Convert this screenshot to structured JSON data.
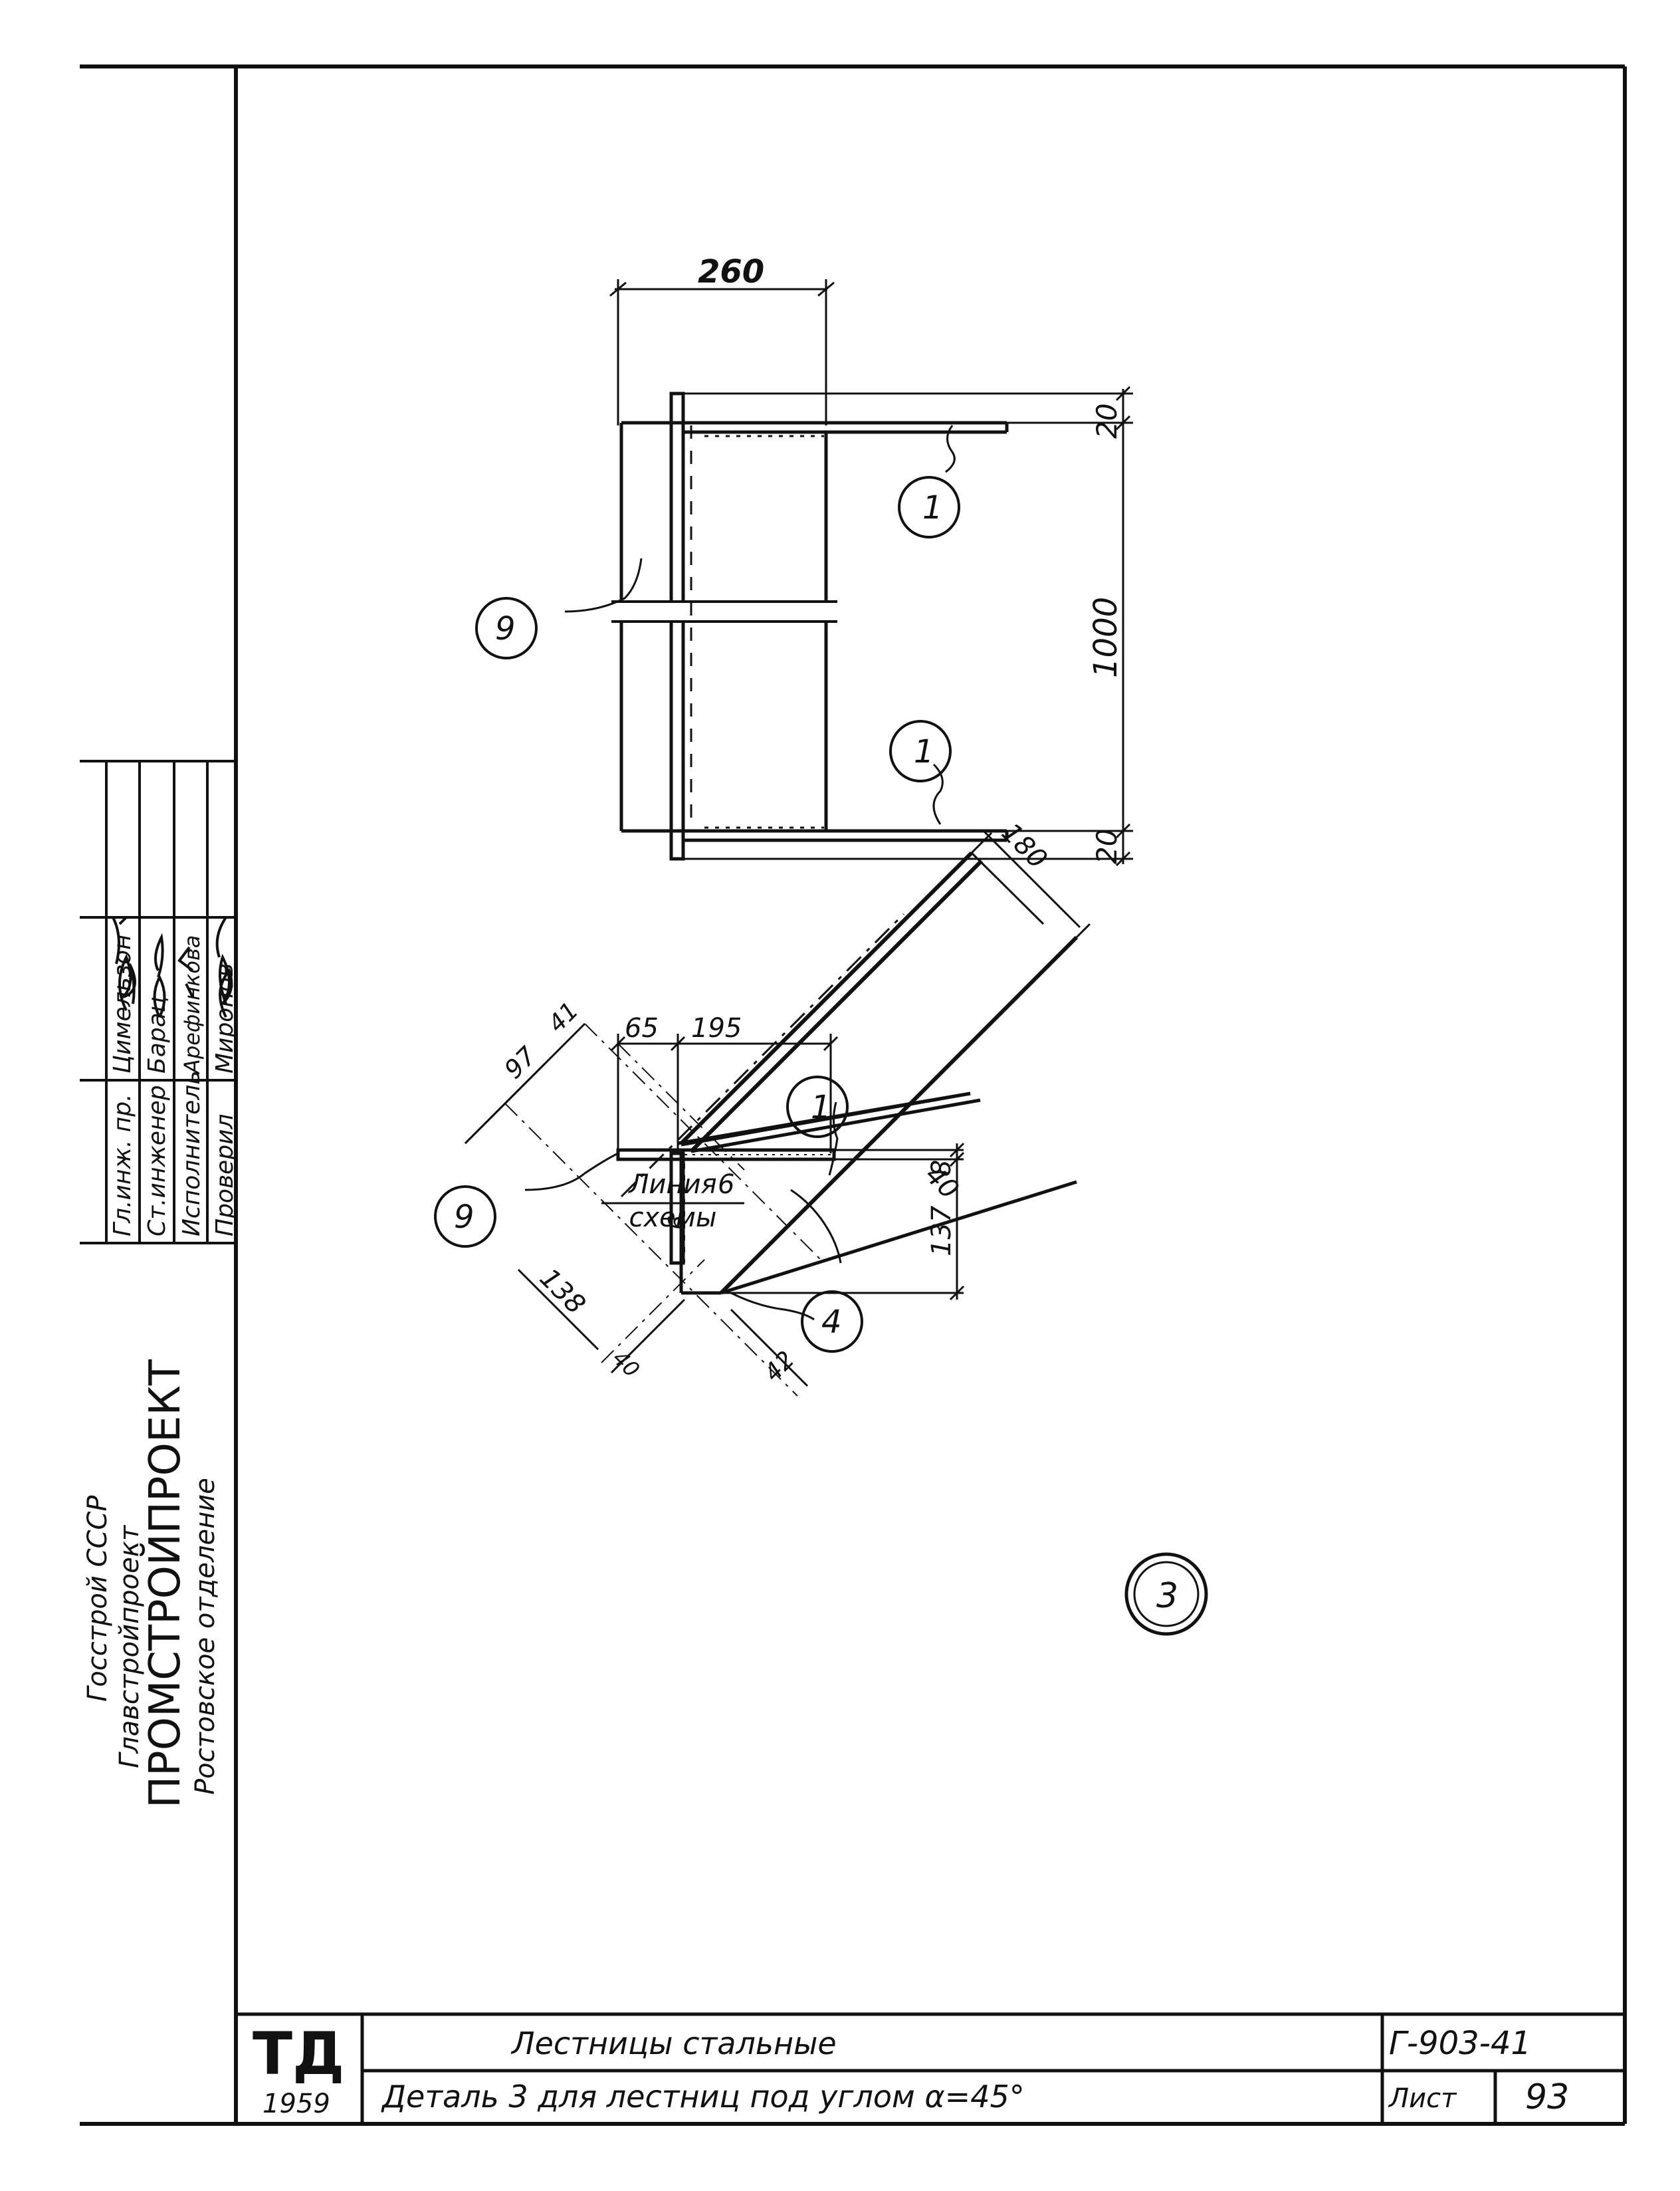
{
  "title_block": {
    "logo": "ТД",
    "year": "1959",
    "title_main": "Лестницы стальные",
    "title_sub": "Деталь 3 для лестниц под углом α=45°",
    "code": "Г-903-41",
    "sheet_label": "Лист",
    "sheet_number": "93"
  },
  "org_stamp": {
    "line1": "Госстрой СССР",
    "line2": "Главстройпроект",
    "line3": "ПРОМСТРОЙПРОЕКТ",
    "line4": "Ростовское отделение"
  },
  "signatures": [
    {
      "role": "Гл.инж. пр.",
      "name": "Цимельзон"
    },
    {
      "role": "Ст.инженер",
      "name": "Барац"
    },
    {
      "role": "Исполнитель",
      "name": "Арефинкова"
    },
    {
      "role": "Проверил",
      "name": "Миронов"
    }
  ],
  "top_view": {
    "dim_width": "260",
    "dim_top": "20",
    "dim_height": "1000",
    "dim_bottom": "20",
    "callout_part_a": "1",
    "callout_part_b": "1",
    "callout_plate": "9"
  },
  "section_view": {
    "callout_part_top": "1",
    "schema_line_label_1": "Линия",
    "schema_line_label_2": "схемы",
    "dim_40": "40",
    "dim_180": "180",
    "dim_65": "65",
    "dim_195": "195",
    "dim_97": "97",
    "dim_41": "41",
    "dim_8": "8",
    "dim_137": "137",
    "dim_138": "138",
    "dim_40b": "40",
    "dim_42": "42",
    "weld_6a": "6",
    "weld_6b": "6",
    "callout_plate": "9",
    "callout_part_4": "4"
  },
  "detail_mark": "3"
}
